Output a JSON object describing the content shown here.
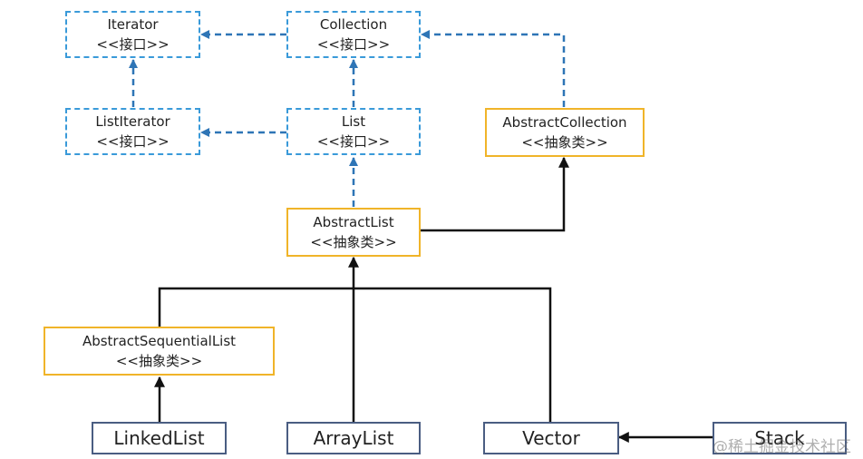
{
  "nodes": {
    "iterator": {
      "name": "Iterator",
      "stereotype": "<<接口>>"
    },
    "collection": {
      "name": "Collection",
      "stereotype": "<<接口>>"
    },
    "list_iterator": {
      "name": "ListIterator",
      "stereotype": "<<接口>>"
    },
    "list": {
      "name": "List",
      "stereotype": "<<接口>>"
    },
    "abstract_collection": {
      "name": "AbstractCollection",
      "stereotype": "<<抽象类>>"
    },
    "abstract_list": {
      "name": "AbstractList",
      "stereotype": "<<抽象类>>"
    },
    "abstract_sequential_list": {
      "name": "AbstractSequentialList",
      "stereotype": "<<抽象类>>"
    },
    "linked_list": {
      "name": "LinkedList"
    },
    "array_list": {
      "name": "ArrayList"
    },
    "vector": {
      "name": "Vector"
    },
    "stack": {
      "name": "Stack"
    }
  },
  "edges": [
    {
      "from": "Collection",
      "to": "Iterator",
      "style": "dashed"
    },
    {
      "from": "ListIterator",
      "to": "Iterator",
      "style": "dashed"
    },
    {
      "from": "List",
      "to": "ListIterator",
      "style": "dashed"
    },
    {
      "from": "List",
      "to": "Collection",
      "style": "dashed"
    },
    {
      "from": "AbstractCollection",
      "to": "Collection",
      "style": "dashed"
    },
    {
      "from": "AbstractList",
      "to": "List",
      "style": "dashed"
    },
    {
      "from": "AbstractList",
      "to": "AbstractCollection",
      "style": "solid"
    },
    {
      "from": "AbstractSequentialList",
      "to": "AbstractList",
      "style": "solid"
    },
    {
      "from": "ArrayList",
      "to": "AbstractList",
      "style": "solid"
    },
    {
      "from": "Vector",
      "to": "AbstractList",
      "style": "solid"
    },
    {
      "from": "LinkedList",
      "to": "AbstractSequentialList",
      "style": "solid"
    },
    {
      "from": "Stack",
      "to": "Vector",
      "style": "solid"
    }
  ],
  "colors": {
    "interface_border": "#3a9ad9",
    "abstract_border": "#f0b429",
    "concrete_border": "#4a5d82",
    "dashed_arrow": "#2e75b6",
    "solid_arrow": "#111111"
  },
  "watermark": "@稀土掘金技术社区"
}
